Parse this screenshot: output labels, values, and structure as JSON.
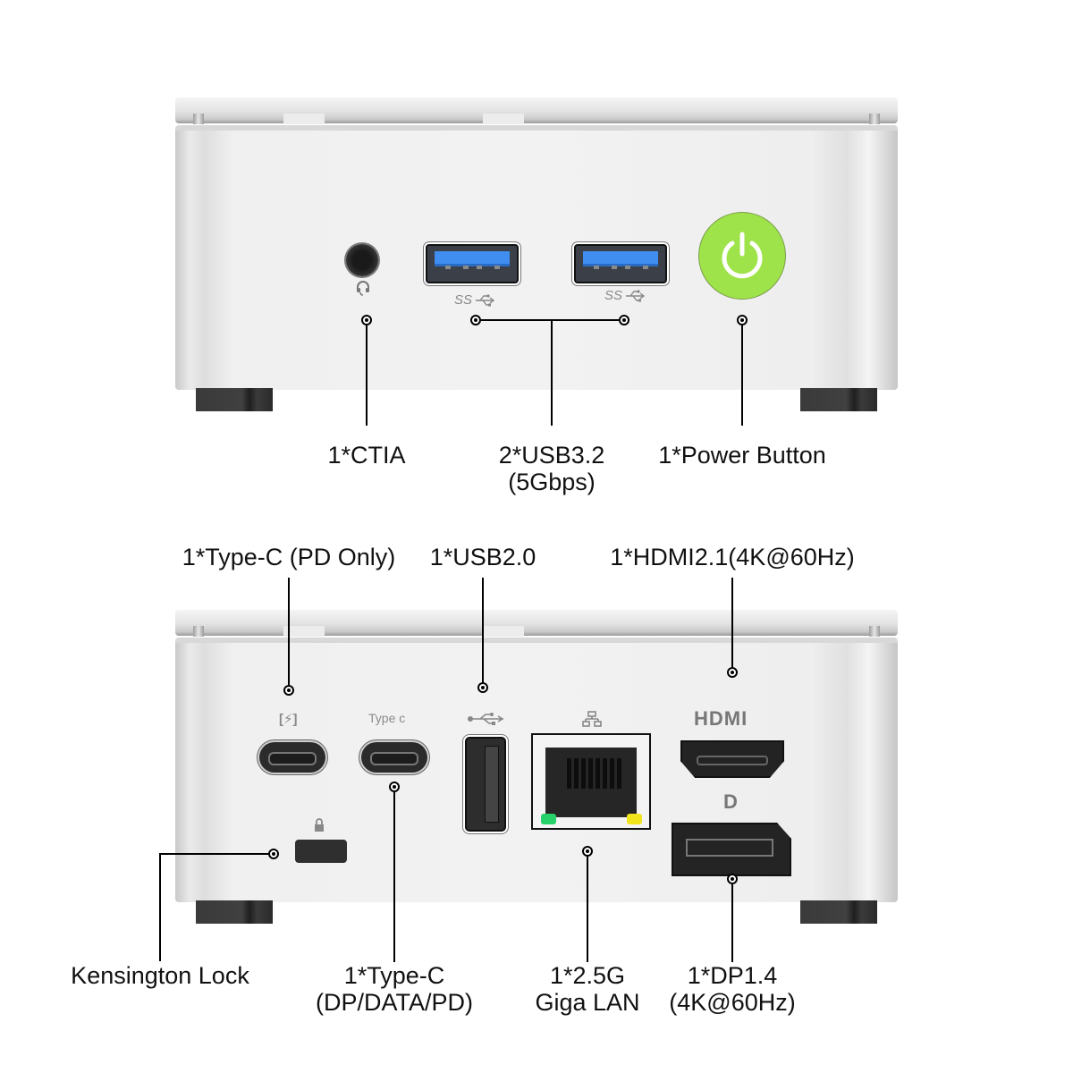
{
  "front_panel": {
    "ports": [
      {
        "id": "audio",
        "icon": "headset-icon"
      },
      {
        "id": "usb3-a",
        "icon": "superspeed-usb-icon",
        "icon_text": "SS"
      },
      {
        "id": "usb3-b",
        "icon": "superspeed-usb-icon",
        "icon_text": "SS"
      },
      {
        "id": "power",
        "icon": "power-icon",
        "color": "#9fe34a"
      }
    ],
    "callouts": [
      {
        "id": "ctia",
        "line1": "1*CTIA",
        "line2": ""
      },
      {
        "id": "usb32",
        "line1": "2*USB3.2",
        "line2": "(5Gbps)"
      },
      {
        "id": "power",
        "line1": "1*Power Button",
        "line2": ""
      }
    ]
  },
  "rear_panel": {
    "silkscreen": {
      "typec_pd_icon": "[⚡]",
      "typec_label": "Type c",
      "usb_icon": "usb-icon",
      "lan_icon": "network-icon",
      "hdmi_logo": "HDMI",
      "dp_logo": "D",
      "lock_icon": "lock-icon"
    },
    "callouts_top": [
      {
        "id": "typec-pd",
        "line1": "1*Type-C (PD Only)"
      },
      {
        "id": "usb20",
        "line1": "1*USB2.0"
      },
      {
        "id": "hdmi",
        "line1": "1*HDMI2.1(4K@60Hz)"
      }
    ],
    "callouts_bottom": [
      {
        "id": "kensington",
        "line1": "Kensington Lock",
        "line2": ""
      },
      {
        "id": "typec-dp",
        "line1": "1*Type-C",
        "line2": "(DP/DATA/PD)"
      },
      {
        "id": "lan",
        "line1": "1*2.5G",
        "line2": "Giga LAN"
      },
      {
        "id": "dp",
        "line1": "1*DP1.4",
        "line2": "(4K@60Hz)"
      }
    ],
    "led_colors": {
      "link": "#27d26a",
      "activity": "#f2e41c"
    }
  }
}
